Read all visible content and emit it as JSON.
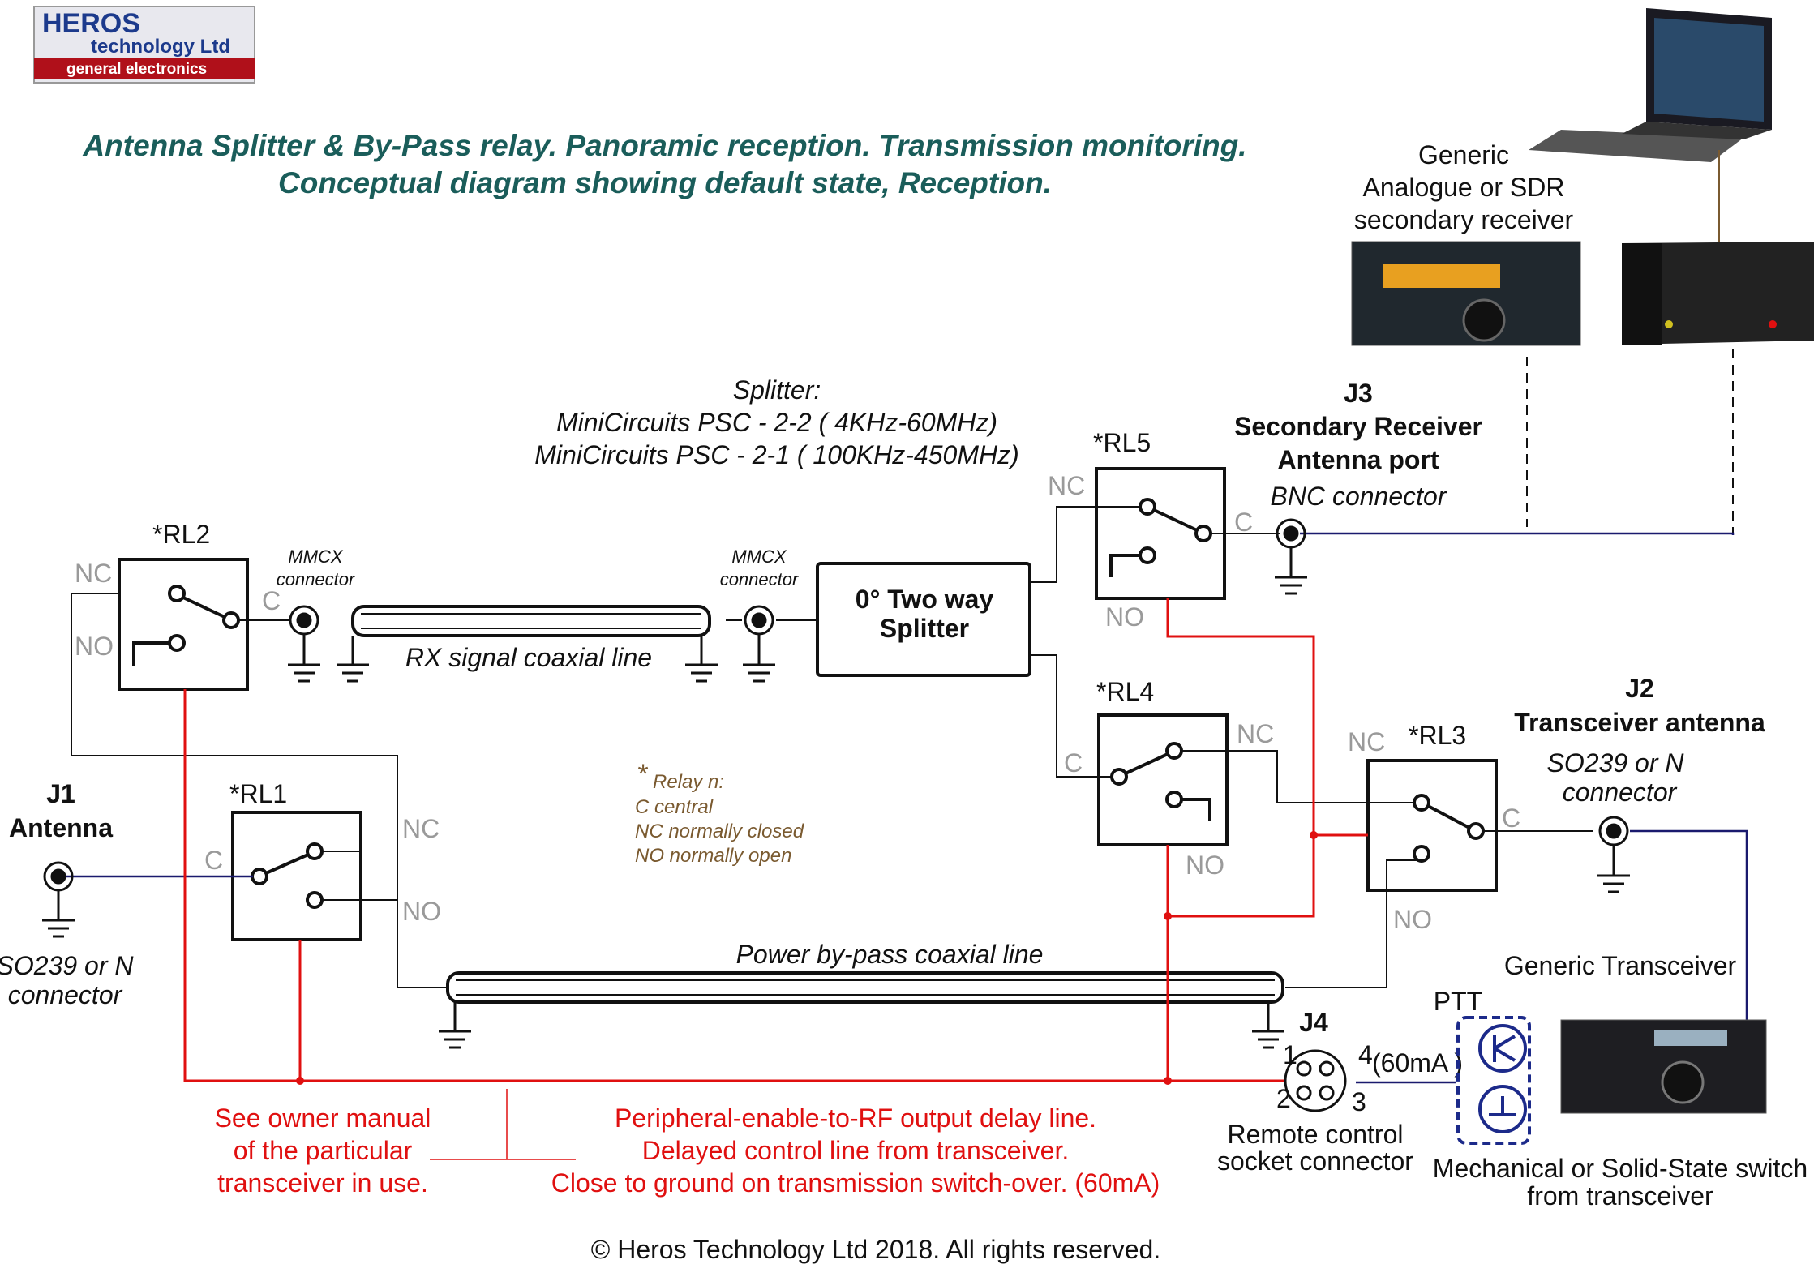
{
  "logo": {
    "line1": "HEROS",
    "line2": "technology Ltd",
    "line3": "general electronics"
  },
  "title": {
    "line1": "Antenna Splitter & By-Pass relay. Panoramic reception. Transmission monitoring.",
    "line2": "Conceptual diagram showing default state, Reception."
  },
  "splitter_note": {
    "line1": "Splitter:",
    "line2": "MiniCircuits PSC - 2-2 ( 4KHz-60MHz)",
    "line3": "MiniCircuits PSC - 2-1 ( 100KHz-450MHz)"
  },
  "splitter_box": {
    "line1": "0° Two way",
    "line2": "Splitter"
  },
  "relays": {
    "rl1": "*RL1",
    "rl2": "*RL2",
    "rl3": "*RL3",
    "rl4": "*RL4",
    "rl5": "*RL5"
  },
  "pins": {
    "nc": "NC",
    "no": "NO",
    "c": "C"
  },
  "mmcx": {
    "line1": "MMCX",
    "line2": "connector"
  },
  "rx_line": "RX signal coaxial line",
  "bypass_line": "Power by-pass coaxial line",
  "j1": {
    "id": "J1",
    "name": "Antenna",
    "conn1": "SO239 or N",
    "conn2": "connector"
  },
  "j2": {
    "id": "J2",
    "name": "Transceiver antenna",
    "conn1": "SO239 or N",
    "conn2": "connector"
  },
  "j3": {
    "id": "J3",
    "name1": "Secondary Receiver",
    "name2": "Antenna port",
    "conn": "BNC connector"
  },
  "j4": {
    "id": "J4",
    "name1": "Remote control",
    "name2": "socket connector",
    "p1": "1",
    "p2": "2",
    "p3": "3",
    "p4": "4"
  },
  "receiver": {
    "line1": "Generic",
    "line2": "Analogue or SDR",
    "line3": "secondary receiver"
  },
  "transceiver": "Generic Transceiver",
  "ptt": "PTT",
  "ptt_current": "(60mA )",
  "switch_note": {
    "line1": "Mechanical or  Solid-State switch",
    "line2": "from transceiver"
  },
  "legend": {
    "star": "*",
    "line1": "Relay n:",
    "line2": "C  central",
    "line3": "NC normally closed",
    "line4": "NO normally open"
  },
  "owner_note": {
    "line1": "See owner manual",
    "line2": "of the particular",
    "line3": "transceiver in use."
  },
  "delay_note": {
    "line1": "Peripheral-enable-to-RF output delay line.",
    "line2": "Delayed control line from transceiver.",
    "line3": "Close to ground on transmission switch-over. (60mA)"
  },
  "copyright": "© Heros Technology Ltd 2018. All rights reserved.",
  "colors": {
    "title": "#1a5d5a",
    "control": "#e01010",
    "signal": "#1a1a6e",
    "logo_blue": "#1c3a8c",
    "logo_red": "#b0101a",
    "ptt_blue": "#1c2a8a"
  }
}
